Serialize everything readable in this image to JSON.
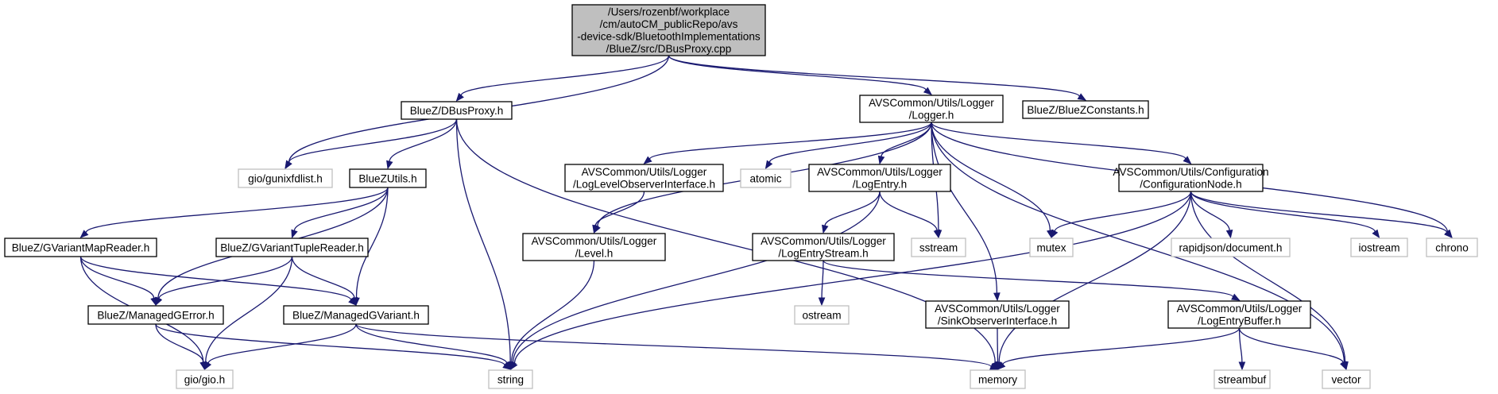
{
  "diagram": {
    "colors": {
      "edge": "#191970",
      "root_fill": "#bfbfbf",
      "node_border": "#000000",
      "external_border": "#bfbfbf"
    },
    "nodes": [
      {
        "id": "root",
        "kind": "root",
        "lines": [
          "/Users/rozenbf/workplace",
          "/cm/autoCM_publicRepo/avs",
          "-device-sdk/BluetoothImplementations",
          "/BlueZ/src/DBusProxy.cpp"
        ]
      },
      {
        "id": "dbusproxy_h",
        "kind": "internal",
        "lines": [
          "BlueZ/DBusProxy.h"
        ]
      },
      {
        "id": "logger_h",
        "kind": "internal",
        "lines": [
          "AVSCommon/Utils/Logger",
          "/Logger.h"
        ]
      },
      {
        "id": "bluezconstants_h",
        "kind": "internal",
        "lines": [
          "BlueZ/BlueZConstants.h"
        ]
      },
      {
        "id": "gunixfdlist_h",
        "kind": "external",
        "lines": [
          "gio/gunixfdlist.h"
        ]
      },
      {
        "id": "bluezutils_h",
        "kind": "internal",
        "lines": [
          "BlueZUtils.h"
        ]
      },
      {
        "id": "loglevelobserver_h",
        "kind": "internal",
        "lines": [
          "AVSCommon/Utils/Logger",
          "/LogLevelObserverInterface.h"
        ]
      },
      {
        "id": "atomic",
        "kind": "external",
        "lines": [
          "atomic"
        ]
      },
      {
        "id": "logentry_h",
        "kind": "internal",
        "lines": [
          "AVSCommon/Utils/Logger",
          "/LogEntry.h"
        ]
      },
      {
        "id": "confignode_h",
        "kind": "internal",
        "lines": [
          "AVSCommon/Utils/Configuration",
          "/ConfigurationNode.h"
        ]
      },
      {
        "id": "gvariantmapreader_h",
        "kind": "internal",
        "lines": [
          "BlueZ/GVariantMapReader.h"
        ]
      },
      {
        "id": "gvarianttuplereader_h",
        "kind": "internal",
        "lines": [
          "BlueZ/GVariantTupleReader.h"
        ]
      },
      {
        "id": "level_h",
        "kind": "internal",
        "lines": [
          "AVSCommon/Utils/Logger",
          "/Level.h"
        ]
      },
      {
        "id": "logentrystream_h",
        "kind": "internal",
        "lines": [
          "AVSCommon/Utils/Logger",
          "/LogEntryStream.h"
        ]
      },
      {
        "id": "sstream",
        "kind": "external",
        "lines": [
          "sstream"
        ]
      },
      {
        "id": "mutex",
        "kind": "external",
        "lines": [
          "mutex"
        ]
      },
      {
        "id": "rapidjson",
        "kind": "external",
        "lines": [
          "rapidjson/document.h"
        ]
      },
      {
        "id": "iostream",
        "kind": "external",
        "lines": [
          "iostream"
        ]
      },
      {
        "id": "chrono",
        "kind": "external",
        "lines": [
          "chrono"
        ]
      },
      {
        "id": "managedgerror_h",
        "kind": "internal",
        "lines": [
          "BlueZ/ManagedGError.h"
        ]
      },
      {
        "id": "managedgvariant_h",
        "kind": "internal",
        "lines": [
          "BlueZ/ManagedGVariant.h"
        ]
      },
      {
        "id": "ostream",
        "kind": "external",
        "lines": [
          "ostream"
        ]
      },
      {
        "id": "sinkobserver_h",
        "kind": "internal",
        "lines": [
          "AVSCommon/Utils/Logger",
          "/SinkObserverInterface.h"
        ]
      },
      {
        "id": "logentrybuffer_h",
        "kind": "internal",
        "lines": [
          "AVSCommon/Utils/Logger",
          "/LogEntryBuffer.h"
        ]
      },
      {
        "id": "gio_h",
        "kind": "external",
        "lines": [
          "gio/gio.h"
        ]
      },
      {
        "id": "string",
        "kind": "external",
        "lines": [
          "string"
        ]
      },
      {
        "id": "memory",
        "kind": "external",
        "lines": [
          "memory"
        ]
      },
      {
        "id": "streambuf",
        "kind": "external",
        "lines": [
          "streambuf"
        ]
      },
      {
        "id": "vector",
        "kind": "external",
        "lines": [
          "vector"
        ]
      }
    ],
    "edges": [
      [
        "root",
        "dbusproxy_h"
      ],
      [
        "root",
        "gunixfdlist_h"
      ],
      [
        "root",
        "logger_h"
      ],
      [
        "root",
        "bluezconstants_h"
      ],
      [
        "dbusproxy_h",
        "gunixfdlist_h"
      ],
      [
        "dbusproxy_h",
        "bluezutils_h"
      ],
      [
        "dbusproxy_h",
        "string"
      ],
      [
        "dbusproxy_h",
        "memory"
      ],
      [
        "bluezutils_h",
        "gvariantmapreader_h"
      ],
      [
        "bluezutils_h",
        "gvarianttuplereader_h"
      ],
      [
        "bluezutils_h",
        "managedgerror_h"
      ],
      [
        "bluezutils_h",
        "managedgvariant_h"
      ],
      [
        "gvariantmapreader_h",
        "managedgerror_h"
      ],
      [
        "gvariantmapreader_h",
        "managedgvariant_h"
      ],
      [
        "gvariantmapreader_h",
        "gio_h"
      ],
      [
        "gvarianttuplereader_h",
        "managedgerror_h"
      ],
      [
        "gvarianttuplereader_h",
        "managedgvariant_h"
      ],
      [
        "gvarianttuplereader_h",
        "gio_h"
      ],
      [
        "managedgerror_h",
        "gio_h"
      ],
      [
        "managedgerror_h",
        "string"
      ],
      [
        "managedgvariant_h",
        "gio_h"
      ],
      [
        "managedgvariant_h",
        "string"
      ],
      [
        "managedgvariant_h",
        "memory"
      ],
      [
        "logger_h",
        "level_h"
      ],
      [
        "logger_h",
        "loglevelobserver_h"
      ],
      [
        "logger_h",
        "atomic"
      ],
      [
        "logger_h",
        "logentry_h"
      ],
      [
        "logger_h",
        "sstream"
      ],
      [
        "logger_h",
        "sinkobserver_h"
      ],
      [
        "logger_h",
        "mutex"
      ],
      [
        "logger_h",
        "confignode_h"
      ],
      [
        "logger_h",
        "chrono"
      ],
      [
        "logger_h",
        "vector"
      ],
      [
        "loglevelobserver_h",
        "level_h"
      ],
      [
        "level_h",
        "string"
      ],
      [
        "logentry_h",
        "string"
      ],
      [
        "logentry_h",
        "logentrystream_h"
      ],
      [
        "logentry_h",
        "sstream"
      ],
      [
        "logentrystream_h",
        "ostream"
      ],
      [
        "logentrystream_h",
        "logentrybuffer_h"
      ],
      [
        "sinkobserver_h",
        "memory"
      ],
      [
        "logentrybuffer_h",
        "memory"
      ],
      [
        "logentrybuffer_h",
        "streambuf"
      ],
      [
        "logentrybuffer_h",
        "vector"
      ],
      [
        "confignode_h",
        "mutex"
      ],
      [
        "confignode_h",
        "string"
      ],
      [
        "confignode_h",
        "memory"
      ],
      [
        "confignode_h",
        "rapidjson"
      ],
      [
        "confignode_h",
        "iostream"
      ],
      [
        "confignode_h",
        "chrono"
      ],
      [
        "confignode_h",
        "vector"
      ]
    ]
  }
}
